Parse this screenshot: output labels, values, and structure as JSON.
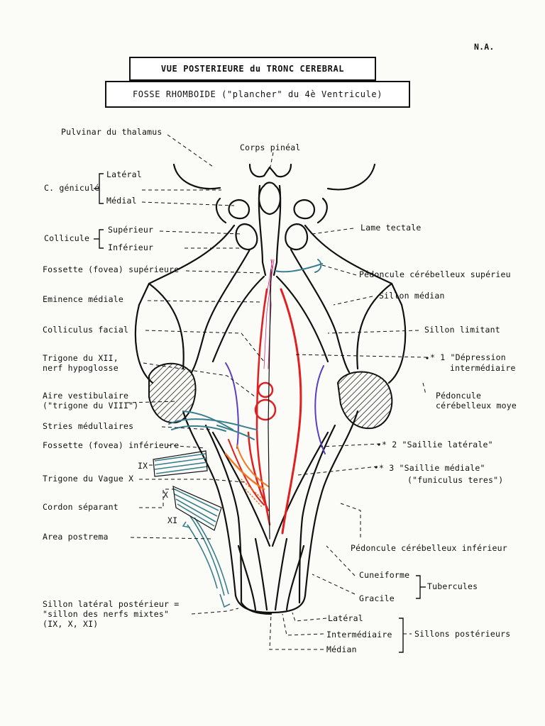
{
  "header": {
    "initials": "N.A.",
    "title": "VUE  POSTERIEURE  du  TRONC CEREBRAL",
    "subtitle": "FOSSE RHOMBOIDE  (\"plancher\" du 4è Ventricule)"
  },
  "labels": {
    "pulvinar": "Pulvinar du thalamus",
    "corps_pineal": "Corps pinéal",
    "c_genicule": "C. géniculé",
    "genicule_lateral": "Latéral",
    "genicule_medial": "Médial",
    "collicule": "Collicule",
    "collicule_superieur": "Supérieur",
    "collicule_inferieur": "Inférieur",
    "lame_tectale": "Lame  tectale",
    "fossette_superieure": "Fossette (fovea) supérieure",
    "peduncle_superior": "Pédoncule cérébelleux supérieu",
    "eminence_mediale": "Eminence médiale",
    "sillon_median": "Sillon médian",
    "colliculus_facial": "Colliculus facial",
    "sillon_limitant": "Sillon limitant",
    "trigone_xii_1": "Trigone du XII,",
    "trigone_xii_2": "nerf hypoglosse",
    "depression_1": "* 1 \"Dépression",
    "depression_2": "intermédiaire",
    "aire_vestibulaire_1": "Aire vestibulaire",
    "aire_vestibulaire_2": "(\"trigone du VIII\")",
    "peduncle_middle_1": "Pédoncule",
    "peduncle_middle_2": "cérébelleux moye",
    "stries": "Stries médullaires",
    "fossette_inferieure": "Fossette (fovea) inférieure",
    "saillie_laterale": "* 2  \"Saillie latérale\"",
    "nerve_ix": "IX",
    "trigone_vague": "Trigone du Vague X",
    "saillie_mediale_1": "* 3  \"Saillie médiale\"",
    "saillie_mediale_2": "(\"funiculus teres\")",
    "nerve_x": "X",
    "cordon_separant": "Cordon séparant",
    "nerve_xi": "XI",
    "area_postrema": "Area postrema",
    "peduncle_inferior": "Pédoncule  cérébelleux inférieur",
    "cuneiforme": "Cuneiforme",
    "tubercules": "Tubercules",
    "gracile": "Gracile",
    "sillon_lateral_1": "Sillon latéral postérieur =",
    "sillon_lateral_2": "\"sillon des nerfs mixtes\"",
    "sillon_lateral_3": "(IX,  X, XI)",
    "sillon_lateral_post": "Latéral",
    "sillon_intermediaire": "Intermédiaire",
    "sillons_posterieurs": "Sillons postérieurs",
    "sillon_median_post": "Médian"
  },
  "colors": {
    "ink": "#111111",
    "red_medial_eminence": "#e02020",
    "orange_vagal_trigone": "#f07820",
    "blue_sulcus_limitans": "#5a3fc0",
    "teal_nerves": "#3a7f8f",
    "pink_median_sulcus": "#c8307a"
  }
}
